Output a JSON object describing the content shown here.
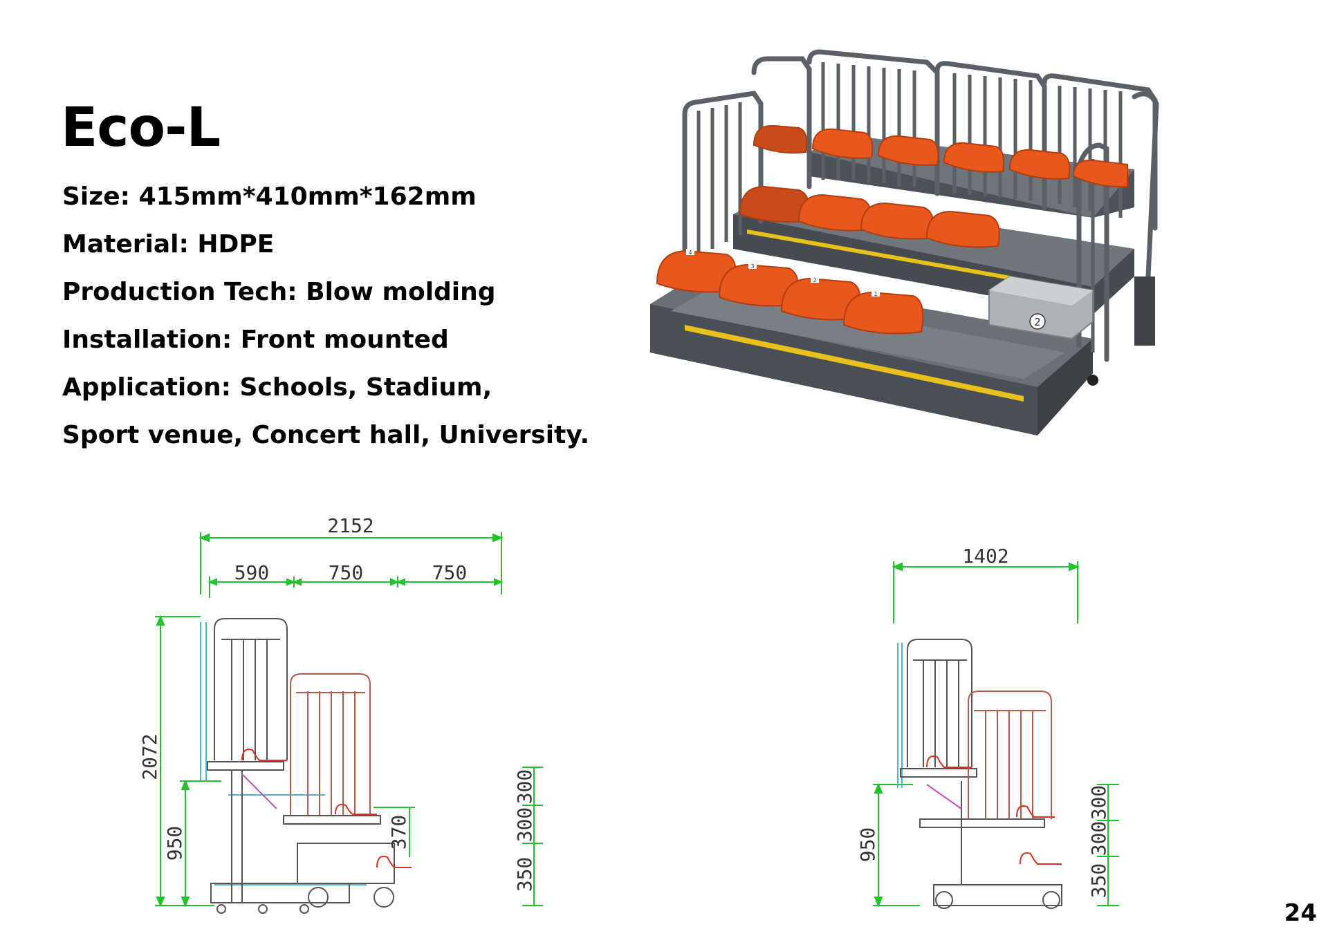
{
  "product": {
    "title": "Eco-L",
    "specs": [
      "Size: 415mm*410mm*162mm",
      "Material: HDPE",
      "Production Tech: Blow molding",
      "Installation: Front mounted",
      "Application: Schools, Stadium,",
      "Sport venue, Concert hall, University."
    ]
  },
  "render": {
    "seat_labels": [
      "1",
      "2",
      "3",
      "4"
    ],
    "box_label": "2"
  },
  "drawing_left": {
    "total_width": "2152",
    "widths": [
      "590",
      "750",
      "750"
    ],
    "total_height": "2072",
    "height": "950",
    "steps": [
      "300",
      "300",
      "350"
    ],
    "step_mid": "370"
  },
  "drawing_right": {
    "total_width": "1402",
    "height": "950",
    "steps": [
      "300",
      "300",
      "350"
    ]
  },
  "page": {
    "number": "24"
  },
  "colors": {
    "seat_orange": "#e8581c",
    "frame_gray": "#5b6066",
    "dimension_green": "#22c22a",
    "stripe_yellow": "#e8c21a"
  }
}
